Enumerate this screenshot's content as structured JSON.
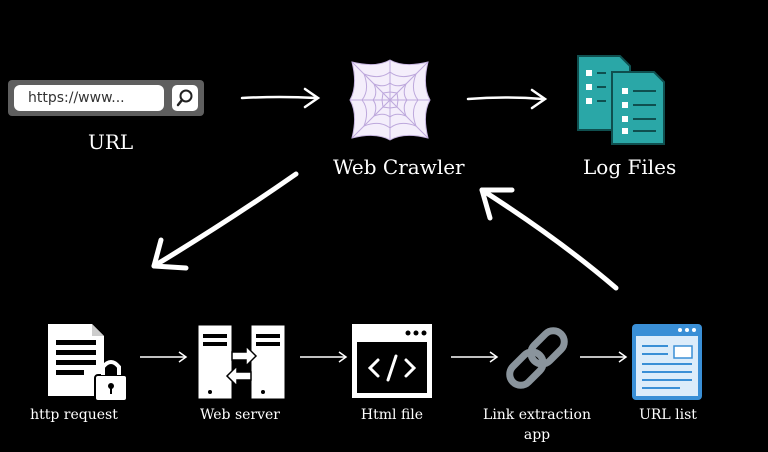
{
  "url_bar": {
    "value": "https://www..."
  },
  "nodes": {
    "url": "URL",
    "web_crawler": "Web Crawler",
    "log_files": "Log Files",
    "http_request": "http request",
    "web_server": "Web server",
    "html_file": "Html file",
    "link_extraction_line1": "Link extraction",
    "link_extraction_line2": "app",
    "url_list": "URL list"
  },
  "icons": [
    "search-icon",
    "spider-web-icon",
    "log-files-icon",
    "locked-document-icon",
    "web-server-icon",
    "html-code-icon",
    "chain-link-icon",
    "url-list-icon"
  ],
  "colors": {
    "background": "#000000",
    "accent_teal": "#2aa7a7",
    "accent_blue": "#3a8fd6",
    "chain_gray": "#8a949c"
  }
}
